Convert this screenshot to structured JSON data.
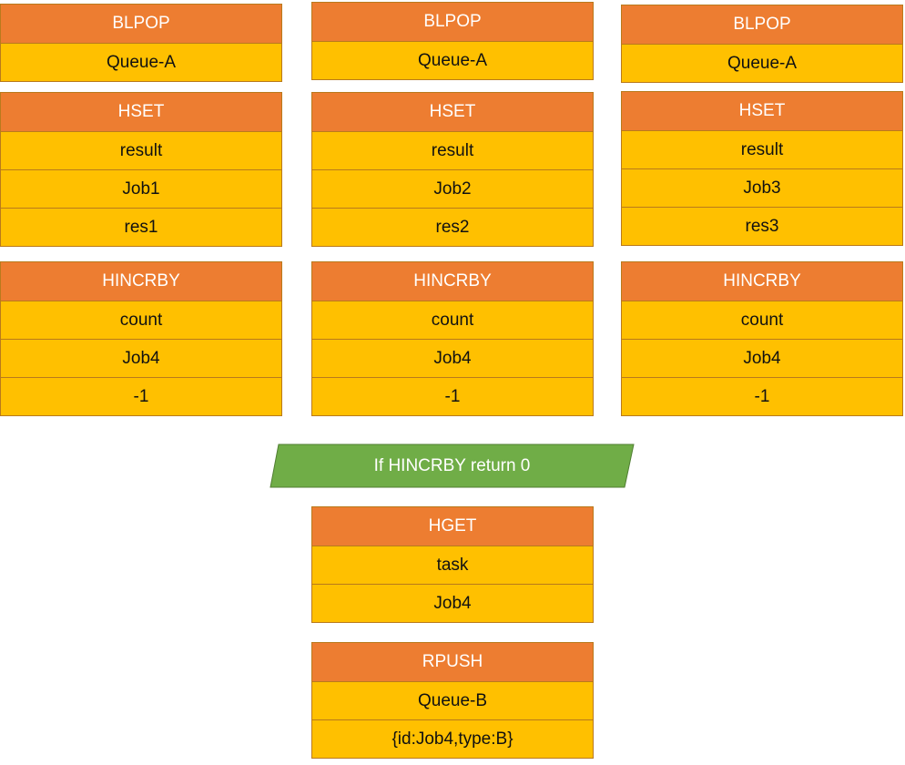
{
  "columns": [
    {
      "blpop": {
        "command": "BLPOP",
        "args": [
          "Queue-A"
        ]
      },
      "hset": {
        "command": "HSET",
        "args": [
          "result",
          "Job1",
          "res1"
        ]
      },
      "hincrby": {
        "command": "HINCRBY",
        "args": [
          "count",
          "Job4",
          "-1"
        ]
      }
    },
    {
      "blpop": {
        "command": "BLPOP",
        "args": [
          "Queue-A"
        ]
      },
      "hset": {
        "command": "HSET",
        "args": [
          "result",
          "Job2",
          "res2"
        ]
      },
      "hincrby": {
        "command": "HINCRBY",
        "args": [
          "count",
          "Job4",
          "-1"
        ]
      }
    },
    {
      "blpop": {
        "command": "BLPOP",
        "args": [
          "Queue-A"
        ]
      },
      "hset": {
        "command": "HSET",
        "args": [
          "result",
          "Job3",
          "res3"
        ]
      },
      "hincrby": {
        "command": "HINCRBY",
        "args": [
          "count",
          "Job4",
          "-1"
        ]
      }
    }
  ],
  "condition": {
    "label": "If HINCRBY return 0"
  },
  "hget": {
    "command": "HGET",
    "args": [
      "task",
      "Job4"
    ]
  },
  "rpush": {
    "command": "RPUSH",
    "args": [
      "Queue-B",
      "{id:Job4,type:B}"
    ]
  },
  "colors": {
    "header": "#ed7d31",
    "row": "#ffc000",
    "condition": "#70ad47"
  }
}
